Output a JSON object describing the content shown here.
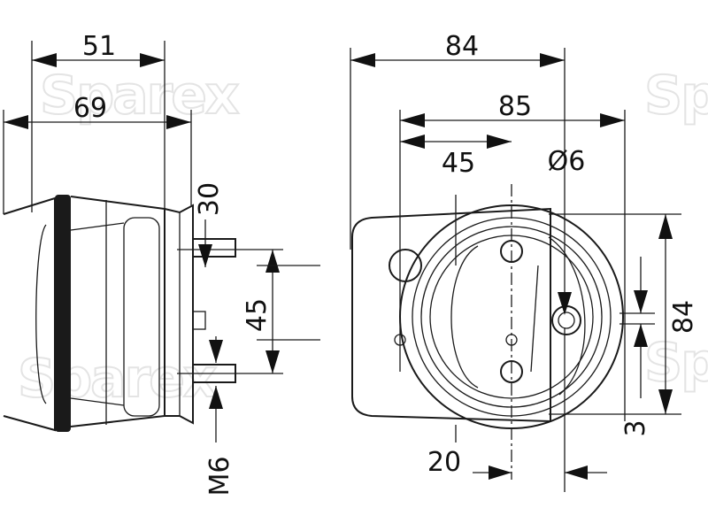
{
  "watermark": "Sparex",
  "side_view": {
    "dim_51": "51",
    "dim_69": "69",
    "dim_30": "30",
    "dim_45": "45",
    "dim_m6": "M6"
  },
  "front_view": {
    "dim_84_top": "84",
    "dim_85": "85",
    "dim_45": "45",
    "dim_dia6": "Ø6",
    "dim_84_right": "84",
    "dim_3": "3",
    "dim_20": "20"
  },
  "colors": {
    "line": "#1a1a1a",
    "watermark": "#e4e4e4",
    "background": "#ffffff"
  }
}
